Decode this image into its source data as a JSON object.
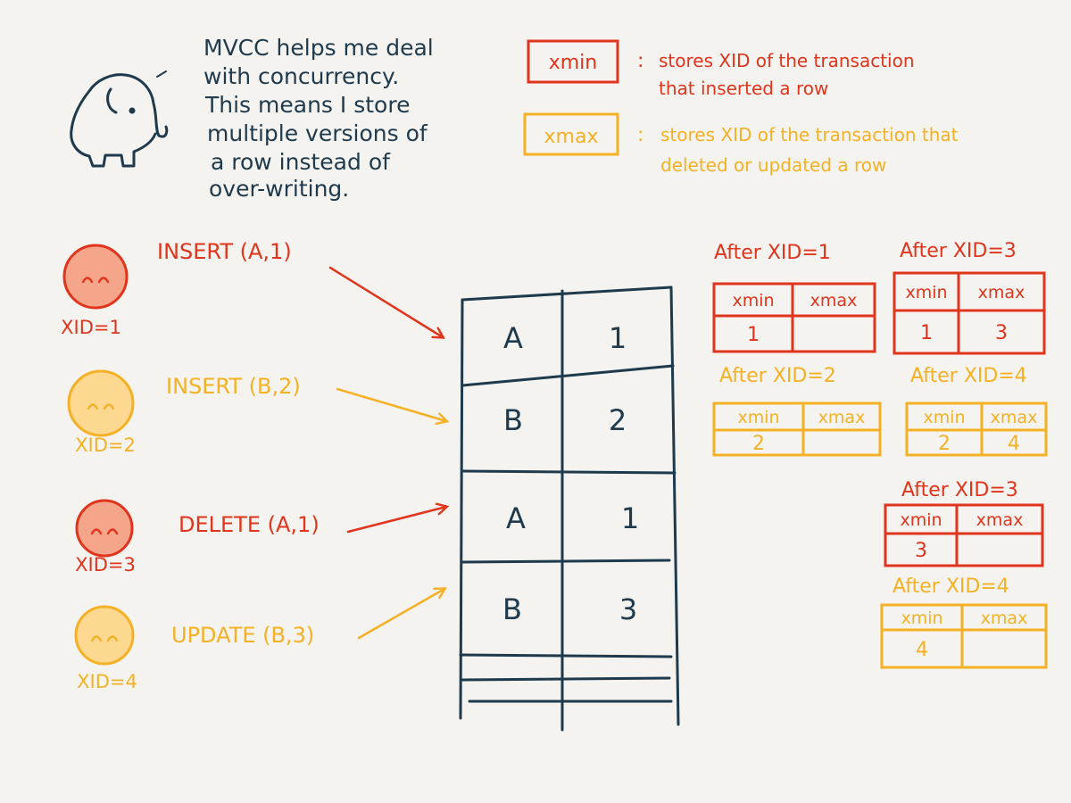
{
  "colors": {
    "background": "#f4f3f0",
    "red": "#e0351c",
    "yellow": "#f4b125",
    "navy": "#1e3a4c",
    "face_red_fill": "#f5a589",
    "face_yellow_fill": "#fcd891"
  },
  "elephant_note": [
    "MVCC helps me deal",
    "with concurrency.",
    "This means I store",
    "multiple versions of",
    "a row instead of",
    "over-writing."
  ],
  "legend": {
    "xmin": {
      "label": "xmin",
      "colon": ":",
      "desc": [
        "stores XID of the transaction",
        "that inserted a row"
      ]
    },
    "xmax": {
      "label": "xmax",
      "colon": ":",
      "desc": [
        "stores XID of the transaction that",
        "deleted or updated a row"
      ]
    }
  },
  "transactions": [
    {
      "xid": "XID=1",
      "op": "INSERT (A,1)",
      "color": "red"
    },
    {
      "xid": "XID=2",
      "op": "INSERT (B,2)",
      "color": "yellow"
    },
    {
      "xid": "XID=3",
      "op": "DELETE (A,1)",
      "color": "red"
    },
    {
      "xid": "XID=4",
      "op": "UPDATE (B,3)",
      "color": "yellow"
    }
  ],
  "table_rows": [
    {
      "col1": "A",
      "col2": "1"
    },
    {
      "col1": "B",
      "col2": "2"
    },
    {
      "col1": "A",
      "col2": "1"
    },
    {
      "col1": "B",
      "col2": "3"
    }
  ],
  "snapshots": [
    {
      "title": "After XID=1",
      "xmin_header": "xmin",
      "xmax_header": "xmax",
      "xmin": "1",
      "xmax": "",
      "color": "red"
    },
    {
      "title": "After XID=3",
      "xmin_header": "xmin",
      "xmax_header": "xmax",
      "xmin": "1",
      "xmax": "3",
      "color": "red"
    },
    {
      "title": "After XID=2",
      "xmin_header": "xmin",
      "xmax_header": "xmax",
      "xmin": "2",
      "xmax": "",
      "color": "yellow"
    },
    {
      "title": "After XID=4",
      "xmin_header": "xmin",
      "xmax_header": "xmax",
      "xmin": "2",
      "xmax": "4",
      "color": "yellow"
    },
    {
      "title": "After XID=3",
      "xmin_header": "xmin",
      "xmax_header": "xmax",
      "xmin": "3",
      "xmax": "",
      "color": "red"
    },
    {
      "title": "After XID=4",
      "xmin_header": "xmin",
      "xmax_header": "xmax",
      "xmin": "4",
      "xmax": "",
      "color": "yellow"
    }
  ]
}
